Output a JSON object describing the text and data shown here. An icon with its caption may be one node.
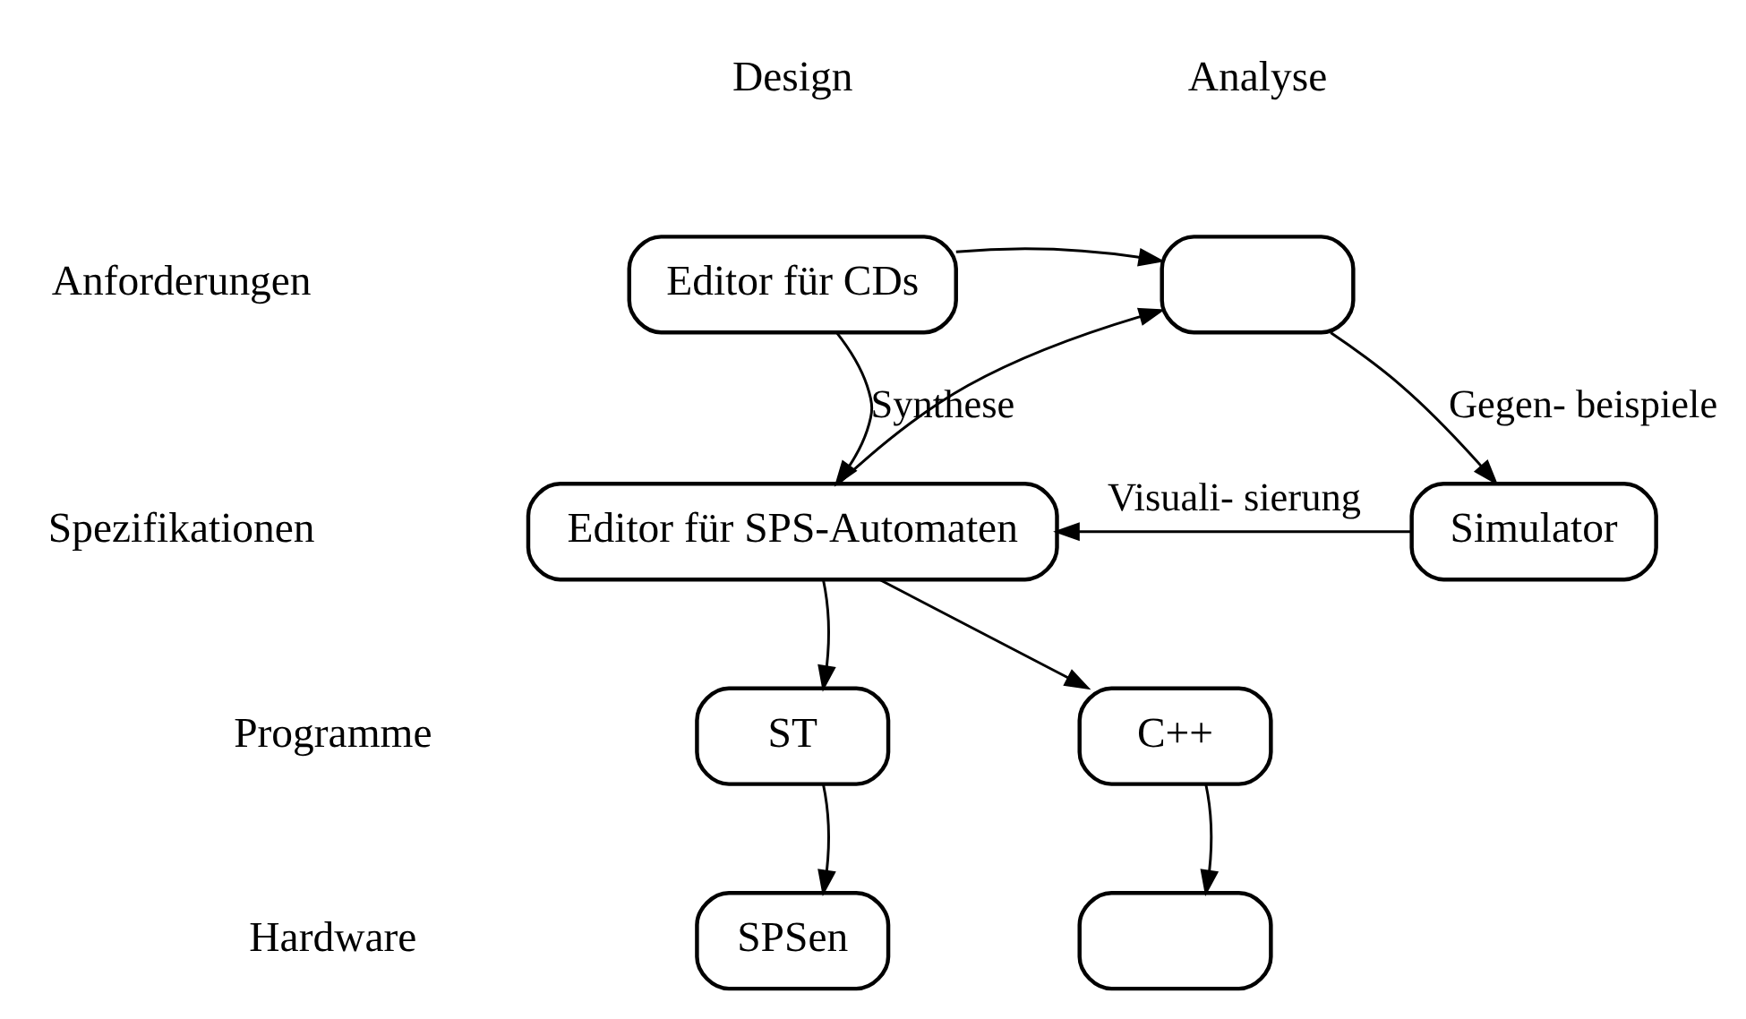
{
  "diagram": {
    "nodes": [
      {
        "text": [
          "Editor für CDs"
        ]
      },
      {
        "text": [],
        "shape": "box"
      },
      {
        "text": [
          "Editor für SPS-Automaten"
        ]
      },
      {
        "text": [
          "Simulator"
        ]
      },
      {
        "text": [
          "ST"
        ]
      },
      {
        "text": [
          "C++"
        ]
      },
      {
        "text": [
          "SPSen"
        ]
      },
      {
        "text": [],
        "shape": "box"
      }
    ],
    "edges": [
      {
        "from": 0,
        "to": 1,
        "arrow": "to"
      },
      {
        "from": 0,
        "to": 2,
        "arrow": "to",
        "label": "Synthese"
      },
      {
        "from": 2,
        "to": 1,
        "arrow": "to"
      },
      {
        "from": 1,
        "to": 3,
        "arrow": "to",
        "label": "Gegen- beispiele"
      },
      {
        "from": 3,
        "to": 2,
        "arrow": "to",
        "label": "Visuali- sierung"
      },
      {
        "from": 2,
        "to": 4,
        "arrow": "to"
      },
      {
        "from": 2,
        "to": 5,
        "arrow": "to"
      },
      {
        "from": 4,
        "to": 6,
        "arrow": "to"
      },
      {
        "from": 5,
        "to": 7,
        "arrow": "to"
      }
    ],
    "labels": [
      "Design",
      "Analyse",
      "Anforderungen",
      "Spezifikationen",
      "Programme",
      "Hardware"
    ]
  }
}
